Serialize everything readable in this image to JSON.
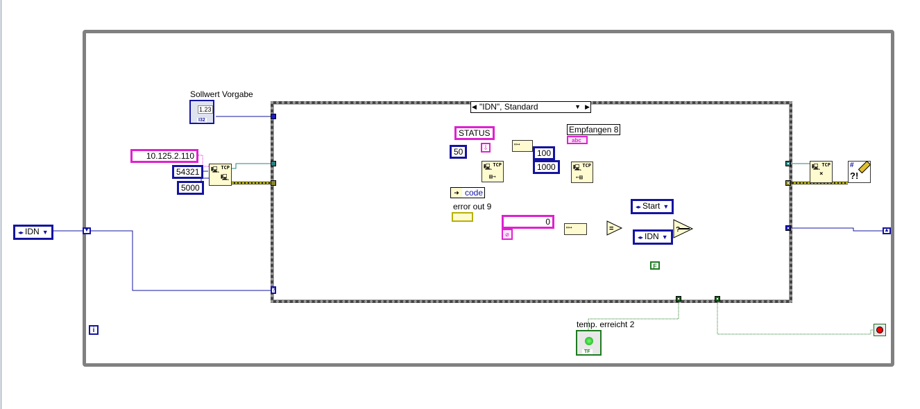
{
  "diagram": {
    "loop_type": "while-loop",
    "case_structure": {
      "selector_label": "\"IDN\", Standard"
    },
    "controls": {
      "sollwert_label": "Sollwert Vorgabe",
      "sollwert_type": "I32",
      "sollwert_display": "1.23",
      "temp_label": "temp. erreicht 2",
      "temp_type": "TF"
    },
    "indicators": {
      "empfangen_label": "Empfangen 8",
      "empfangen_type": "abc",
      "error_out_label": "error out 9",
      "unbundle_field": "code"
    },
    "constants": {
      "ip_address": "10.125.2.110",
      "port": "54321",
      "timeout_open": "5000",
      "status_string": "STATUS",
      "bytes_to_read_write": "50",
      "bytes_to_read": "100",
      "read_timeout": "1000",
      "compare_value": "0",
      "enum_start": "Start",
      "enum_idn_inner": "IDN",
      "enum_idn_outer": "IDN",
      "false_const": "F"
    },
    "nodes": {
      "tcp_open": "TCP",
      "tcp_write": "TCP",
      "tcp_read": "TCP",
      "tcp_close": "TCP",
      "error_handler_symbol": "#?!",
      "equal_symbol": "=",
      "select_symbol": "?",
      "loop_iteration": "i",
      "case_selector_terminal": "?"
    },
    "wire_colors": {
      "numeric_int": "#1414a0",
      "string": "#e020d0",
      "error_cluster": "#b6b000",
      "refnum": "#2a8080",
      "boolean": "#1d7a20",
      "loop_border": "#808080"
    }
  }
}
